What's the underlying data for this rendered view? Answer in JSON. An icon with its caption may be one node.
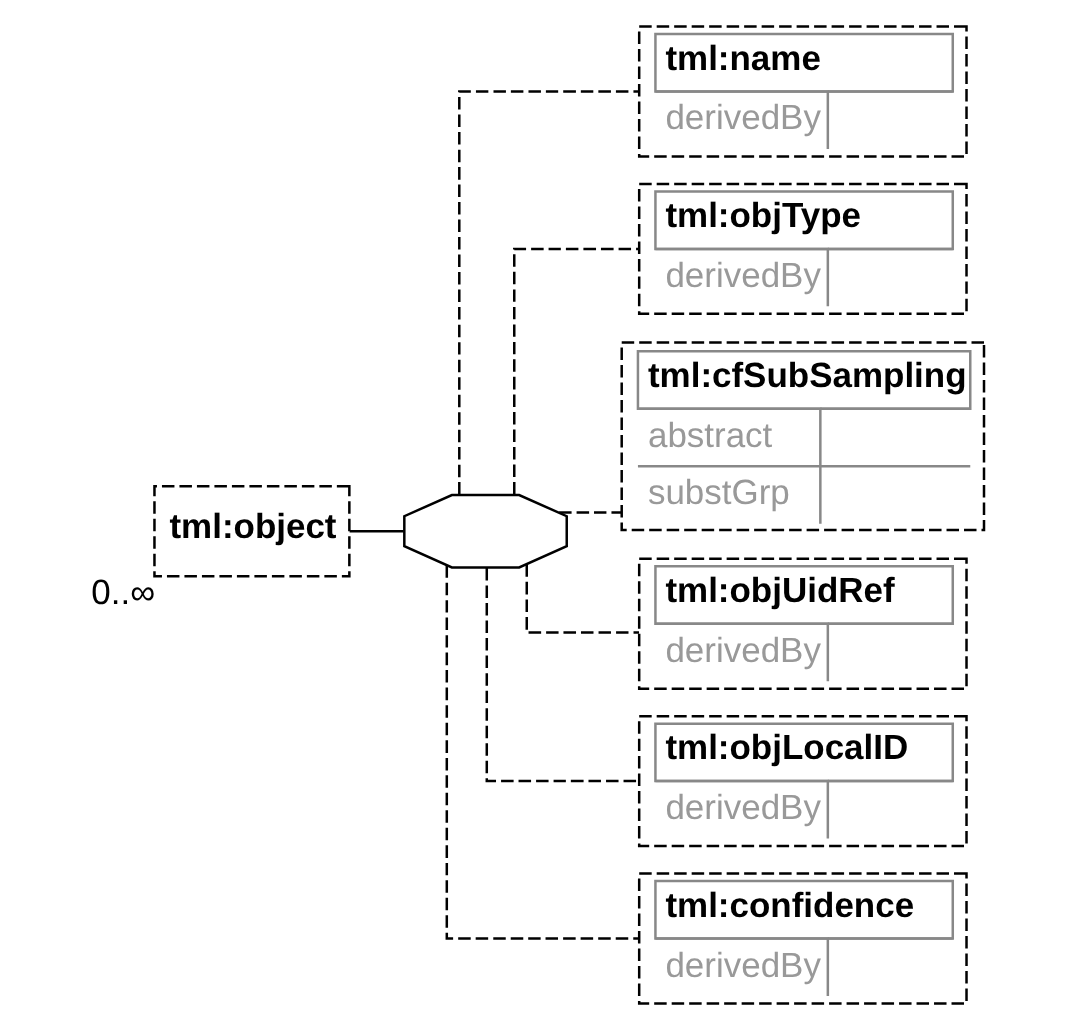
{
  "diagram": {
    "nodes": [
      {
        "text": [
          "tml:object"
        ],
        "beside": [
          "0..∞"
        ]
      },
      {
        "text": [],
        "shape": "octagon"
      },
      {
        "text": [
          "tml:name",
          "derivedBy"
        ]
      },
      {
        "text": [
          "tml:objType",
          "derivedBy"
        ]
      },
      {
        "text": [
          "tml:cfSubSampling",
          "abstract",
          "substGrp"
        ]
      },
      {
        "text": [
          "tml:objUidRef",
          "derivedBy"
        ]
      },
      {
        "text": [
          "tml:objLocalID",
          "derivedBy"
        ]
      },
      {
        "text": [
          "tml:confidence",
          "derivedBy"
        ]
      }
    ],
    "edges": [
      {
        "from": 0,
        "to": 1,
        "arrow": "none"
      },
      {
        "from": 1,
        "to": 2,
        "arrow": "none",
        "style": "dashed"
      },
      {
        "from": 1,
        "to": 3,
        "arrow": "none",
        "style": "dashed"
      },
      {
        "from": 1,
        "to": 4,
        "arrow": "none",
        "style": "dashed"
      },
      {
        "from": 1,
        "to": 5,
        "arrow": "none",
        "style": "dashed"
      },
      {
        "from": 1,
        "to": 6,
        "arrow": "none",
        "style": "dashed"
      },
      {
        "from": 1,
        "to": 7,
        "arrow": "none",
        "style": "dashed"
      }
    ]
  }
}
